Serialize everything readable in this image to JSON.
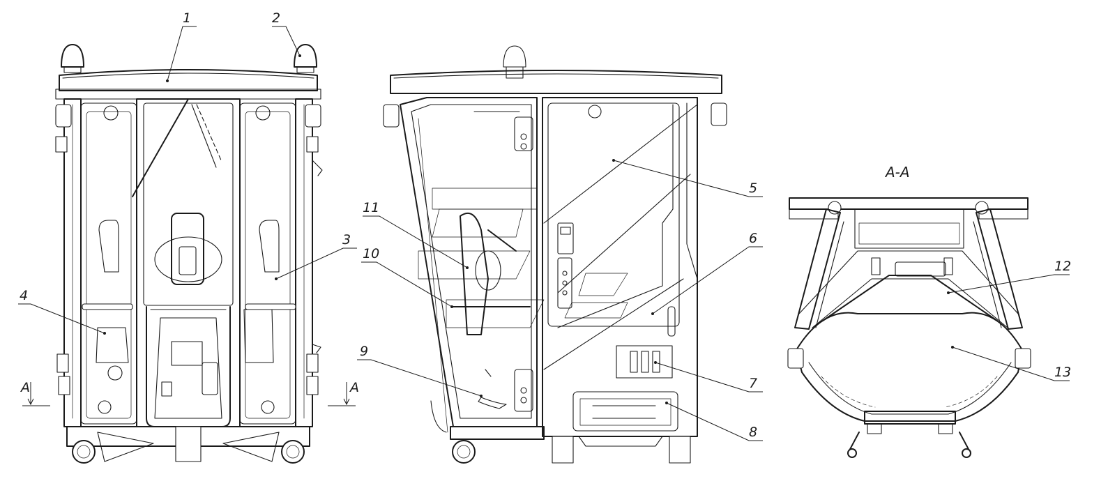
{
  "section_title": "A-A",
  "section_marks": {
    "left": "A",
    "right": "A"
  },
  "callouts": [
    {
      "id": "c1",
      "label": "1"
    },
    {
      "id": "c2",
      "label": "2"
    },
    {
      "id": "c3",
      "label": "3"
    },
    {
      "id": "c4",
      "label": "4"
    },
    {
      "id": "c5",
      "label": "5"
    },
    {
      "id": "c6",
      "label": "6"
    },
    {
      "id": "c7",
      "label": "7"
    },
    {
      "id": "c8",
      "label": "8"
    },
    {
      "id": "c9",
      "label": "9"
    },
    {
      "id": "c10",
      "label": "10"
    },
    {
      "id": "c11",
      "label": "11"
    },
    {
      "id": "c12",
      "label": "12"
    },
    {
      "id": "c13",
      "label": "13"
    }
  ]
}
